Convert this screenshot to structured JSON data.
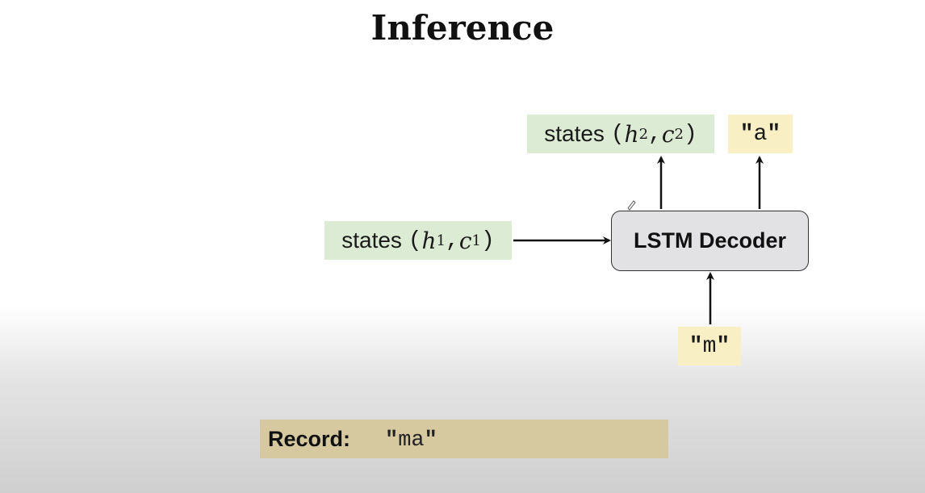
{
  "slide": {
    "title": "Inference"
  },
  "diagram": {
    "decoder_label": "LSTM Decoder",
    "input_states": {
      "label": "states",
      "h": "h",
      "h_sub": "1",
      "c": "c",
      "c_sub": "1"
    },
    "output_states": {
      "label": "states",
      "h": "h",
      "h_sub": "2",
      "c": "c",
      "c_sub": "2"
    },
    "input_char": "m",
    "output_char": "a"
  },
  "record": {
    "label": "Record:",
    "value": "ma"
  },
  "colors": {
    "states_box": "#dcebd4",
    "char_box": "#f8efc4",
    "decoder_box": "#e2e1e4",
    "record_box": "#d6c9a0"
  }
}
